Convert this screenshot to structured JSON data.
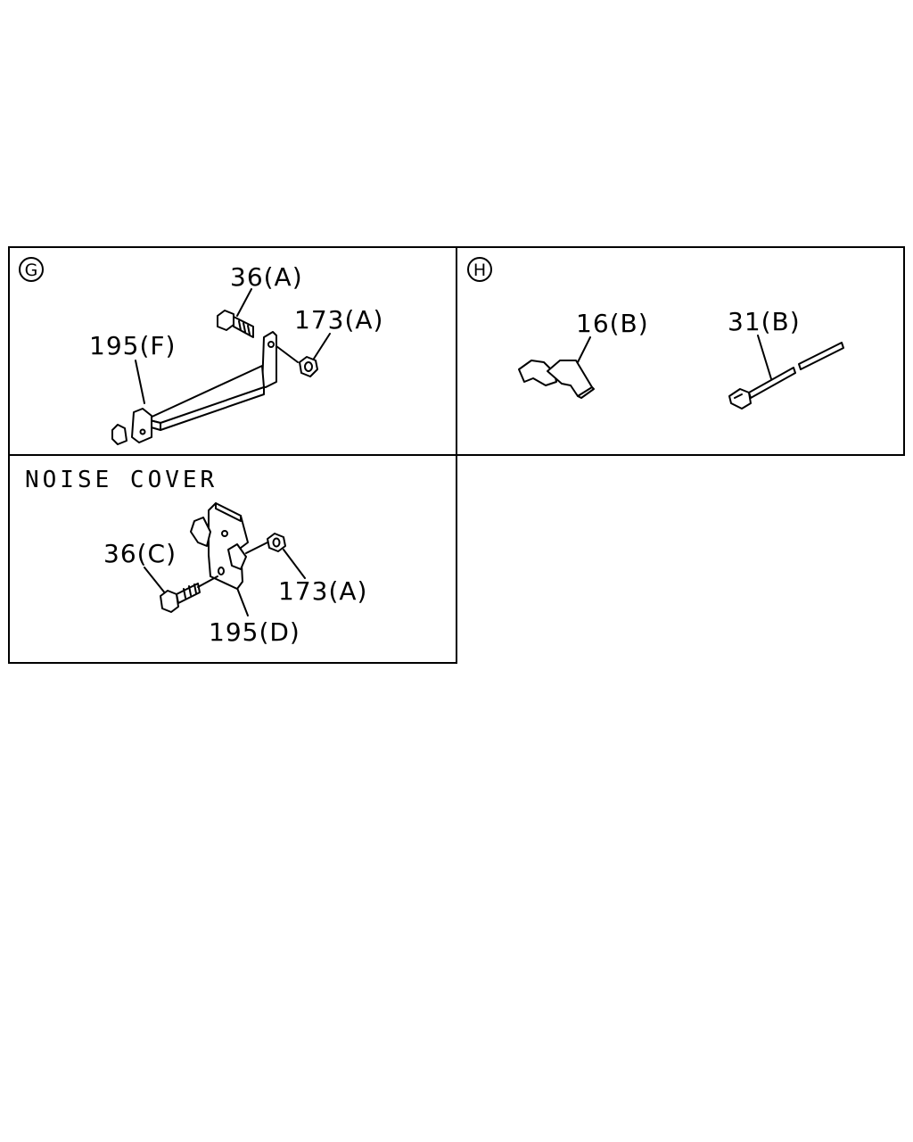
{
  "panels": {
    "g": {
      "marker": "G",
      "labels": {
        "bolt": "36(A)",
        "nut": "173(A)",
        "bracket": "195(F)"
      }
    },
    "h": {
      "marker": "H",
      "labels": {
        "clip": "16(B)",
        "tie": "31(B)"
      }
    },
    "noise": {
      "title": "NOISE COVER",
      "labels": {
        "bolt": "36(C)",
        "nut": "173(A)",
        "bracket": "195(D)"
      }
    }
  }
}
